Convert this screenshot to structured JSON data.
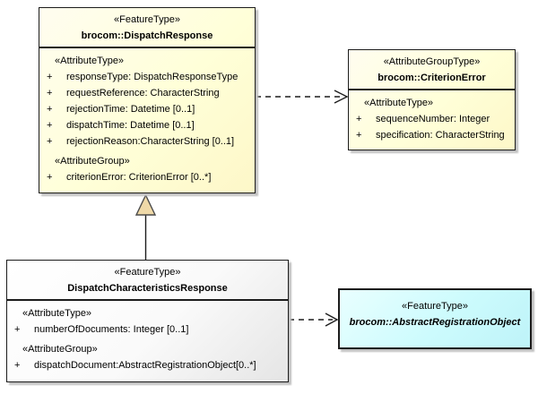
{
  "colors": {
    "class_yellow": "#FFFFD8",
    "class_white": "#FFFFFF",
    "class_cyan": "#CCFFFF",
    "border": "#1C1C1C",
    "shadow": "#C2C2C2",
    "generalization_fill": "#EFD9A8"
  },
  "dispatch_response": {
    "stereotype": "«FeatureType»",
    "name": "brocom::DispatchResponse",
    "attribute_type_label": "«AttributeType»",
    "attributes": [
      {
        "vis": "+",
        "text": "responseType: DispatchResponseType"
      },
      {
        "vis": "+",
        "text": "requestReference: CharacterString"
      },
      {
        "vis": "+",
        "text": "rejectionTime: Datetime [0..1]"
      },
      {
        "vis": "+",
        "text": "dispatchTime: Datetime [0..1]"
      },
      {
        "vis": "+",
        "text": "rejectionReason:CharacterString [0..1]"
      }
    ],
    "attribute_group_label": "«AttributeGroup»",
    "group_attributes": [
      {
        "vis": "+",
        "text": "criterionError: CriterionError [0..*]"
      }
    ]
  },
  "criterion_error": {
    "stereotype": "«AttributeGroupType»",
    "name": "brocom::CriterionError",
    "attribute_type_label": "«AttributeType»",
    "attributes": [
      {
        "vis": "+",
        "text": "sequenceNumber: Integer"
      },
      {
        "vis": "+",
        "text": "specification: CharacterString"
      }
    ]
  },
  "dispatch_characteristics_response": {
    "stereotype": "«FeatureType»",
    "name": "DispatchCharacteristicsResponse",
    "attribute_type_label": "«AttributeType»",
    "attributes": [
      {
        "vis": "+",
        "text": "numberOfDocuments: Integer [0..1]"
      }
    ],
    "attribute_group_label": "«AttributeGroup»",
    "group_attributes": [
      {
        "vis": "+",
        "text": "dispatchDocument:AbstractRegistrationObject[0..*]"
      }
    ]
  },
  "abstract_registration_object": {
    "stereotype": "«FeatureType»",
    "name": "brocom::AbstractRegistrationObject"
  },
  "relations": [
    {
      "type": "dependency",
      "from": "brocom::DispatchResponse",
      "to": "brocom::CriterionError"
    },
    {
      "type": "generalization",
      "from": "DispatchCharacteristicsResponse",
      "to": "brocom::DispatchResponse"
    },
    {
      "type": "dependency",
      "from": "DispatchCharacteristicsResponse",
      "to": "brocom::AbstractRegistrationObject"
    }
  ]
}
